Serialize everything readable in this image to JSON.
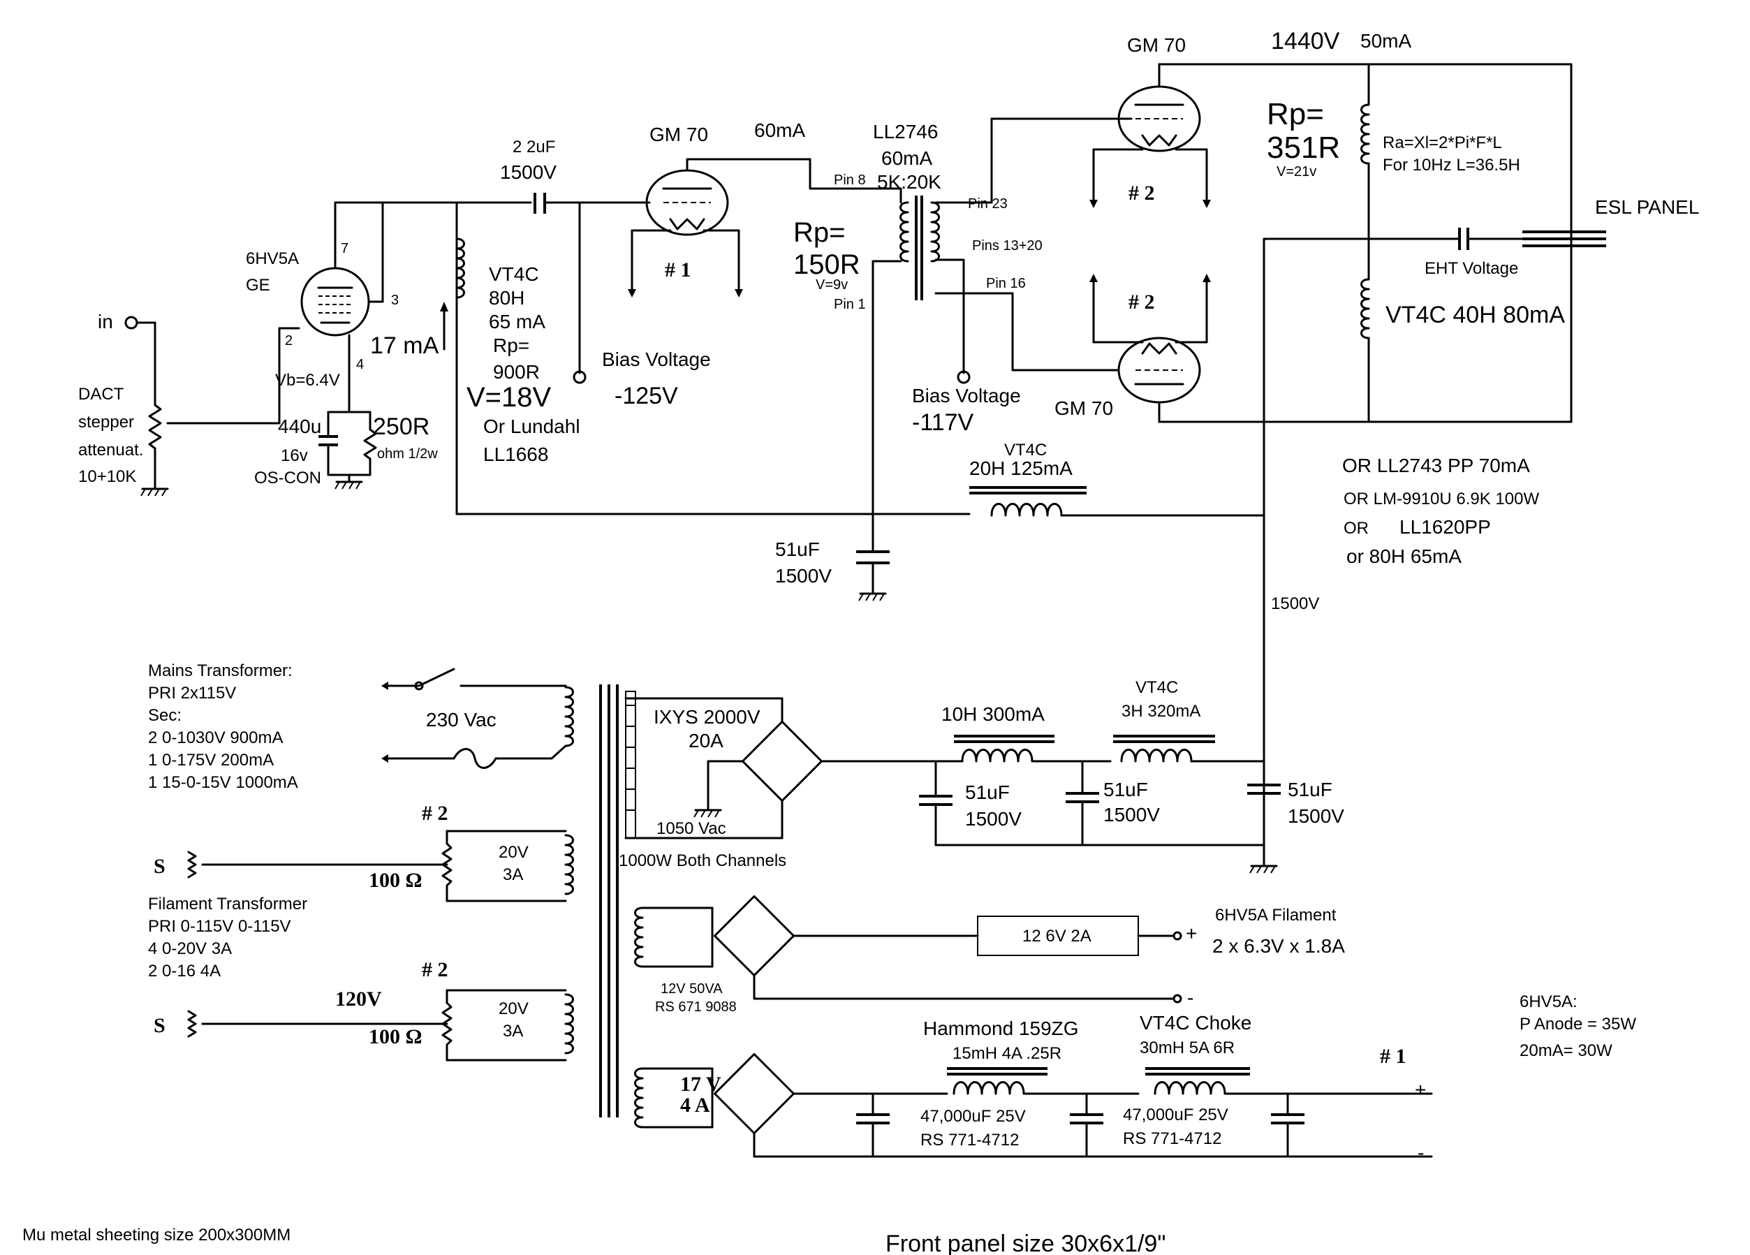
{
  "title_top": {
    "voltage": "1440V",
    "current": "50mA"
  },
  "input_stage": {
    "in_label": "in",
    "attenuator": [
      "DACT",
      "stepper",
      "attenuat.",
      "10+10K"
    ],
    "tube": [
      "6HV5A",
      "GE"
    ],
    "pins": [
      "7",
      "3",
      "2",
      "4"
    ],
    "vb": "Vb=6.4V",
    "cap": [
      "440u",
      "16v",
      "OS-CON"
    ],
    "res": [
      "250R",
      "ohm 1/2w"
    ],
    "current": "17 mA",
    "choke": [
      "VT4C",
      "80H",
      "65 mA",
      "Rp=",
      "900R"
    ],
    "choke_v": "V=18V",
    "choke_alt": [
      "Or Lundahl",
      "LL1668"
    ]
  },
  "coupling_cap": [
    "2 2uF",
    "1500V"
  ],
  "bias1": {
    "label": "Bias Voltage",
    "value": "-125V"
  },
  "driver": {
    "tube": "GM 70",
    "current": "60mA",
    "cathode": "# 1"
  },
  "interstage": {
    "name": "LL2746",
    "current": "60mA",
    "ratio": "5K:20K",
    "pins": [
      "Pin 8",
      "Pin 1",
      "Pin 23",
      "Pins 13+20",
      "Pin 16"
    ],
    "rp": [
      "Rp=",
      "150R"
    ],
    "v": "V=9v"
  },
  "bias2": {
    "label": "Bias Voltage",
    "value": "-117V"
  },
  "output": {
    "top_tube": "GM 70",
    "bottom_tube": "GM 70",
    "cathode_top": "# 2",
    "cathode_bot": "# 2",
    "rp": [
      "Rp=",
      "351R"
    ],
    "v": "V=21v",
    "formula": [
      "Ra=Xl=2*Pi*F*L",
      "For 10Hz L=36.5H"
    ],
    "eht": "EHT Voltage",
    "esl": "ESL PANEL",
    "choke": "VT4C 40H 80mA",
    "alternatives": [
      "OR LL2743 PP 70mA",
      "OR LM-9910U  6.9K 100W",
      "OR",
      "LL1620PP",
      "or 80H   65mA"
    ]
  },
  "supply_choke": [
    "VT4C",
    "20H 125mA"
  ],
  "supply_cap": [
    "51uF",
    "1500V"
  ],
  "rail": "1500V",
  "mains": {
    "label": [
      "Mains Transformer:",
      "PRI  2x115V",
      "Sec:",
      "2  0-1030V    900mA",
      "1   0-175V    200mA",
      "1  15-0-15V  1000mA"
    ],
    "vac": "230 Vac",
    "rect": [
      "IXYS  2000V",
      "20A"
    ],
    "sec_v": "1050 Vac",
    "power": "1000W Both Channels"
  },
  "psu_filter": {
    "choke1": "10H  300mA",
    "choke2": [
      "VT4C",
      "3H 320mA"
    ],
    "caps": [
      [
        "51uF",
        "1500V"
      ],
      [
        "51uF",
        "1500V"
      ],
      [
        "51uF",
        "1500V"
      ]
    ]
  },
  "filament": {
    "label": [
      "Filament Transformer",
      "PRI  0-115V   0-115V",
      "4   0-20V     3A",
      "2   0-16    4A"
    ],
    "marks": [
      "# 2",
      "# 2"
    ],
    "res": [
      "100 Ω",
      "120V",
      "100 Ω"
    ],
    "sec": [
      [
        "20V",
        "3A"
      ],
      [
        "20V",
        "3A"
      ]
    ],
    "s": [
      "S",
      "S"
    ],
    "small_tx": [
      "12V 50VA",
      "RS 671 9088"
    ],
    "reg": "12 6V   2A",
    "heater": [
      "6HV5A Filament",
      "2 x 6.3V  x 1.8A"
    ],
    "plus": "+",
    "minus": "-"
  },
  "gm70_supply": {
    "tx": [
      "17 V",
      "4 A"
    ],
    "choke1": [
      "Hammond 159ZG",
      "15mH 4A   .25R"
    ],
    "choke2": [
      "VT4C Choke",
      "30mH 5A  6R"
    ],
    "cap1": [
      "47,000uF   25V",
      "RS 771-4712"
    ],
    "cap2": [
      "47,000uF   25V",
      "RS 771-4712"
    ],
    "mark": "# 1",
    "plus": "+",
    "minus": "-"
  },
  "notes": {
    "anode": [
      "6HV5A:",
      "P Anode = 35W",
      "20mA= 30W"
    ],
    "mu_metal": "Mu metal sheeting size  200x300MM",
    "front_panel": "Front panel size 30x6x1/9\""
  }
}
